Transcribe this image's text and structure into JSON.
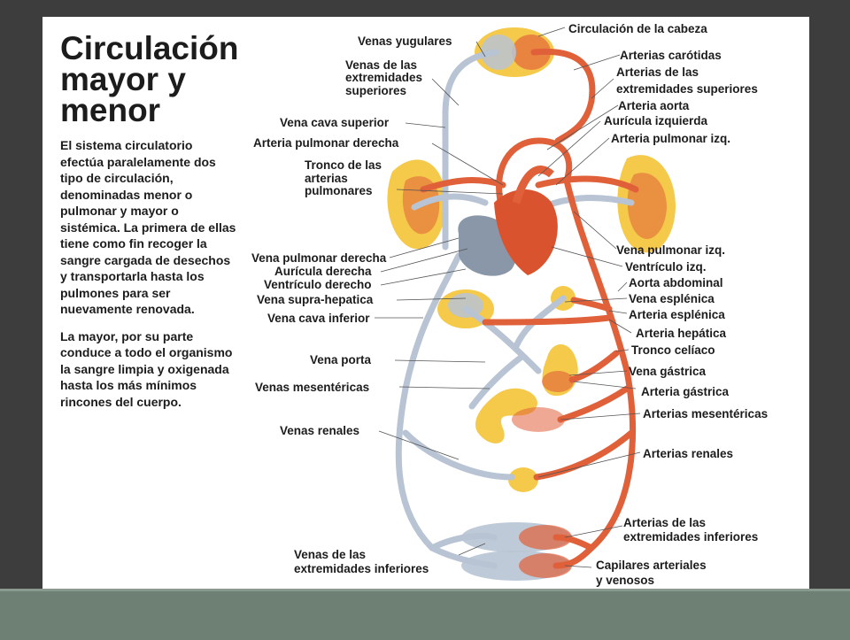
{
  "title": [
    "Circulación",
    "mayor y",
    "menor"
  ],
  "paragraphs": [
    "El sistema circulatorio efectúa paralelamente dos tipo de circulación, denominadas menor o pulmonar y mayor o sistémica. La primera de ellas tiene como fin recoger la sangre cargada de desechos y transportarla hasta los pulmones para ser nuevamente renovada.",
    "La mayor, por su parte conduce a todo el organismo la sangre limpia y oxigenada hasta los más mínimos rincones del cuerpo."
  ],
  "colors": {
    "artery": "#e0603a",
    "vein": "#b8c4d4",
    "organ": "#f5c94a",
    "heart": "#d9542e",
    "heart_vein": "#8a97a8"
  },
  "labels_right": [
    "Circulación de la cabeza",
    "Arterias carótidas",
    "Arterias de las",
    "extremidades superiores",
    "Arteria aorta",
    "Aurícula izquierda",
    "Arteria pulmonar izq.",
    "Vena pulmonar izq.",
    "Ventrículo izq.",
    "Aorta abdominal",
    "Vena esplénica",
    "Arteria esplénica",
    "Arteria hepática",
    "Tronco celíaco",
    "Vena gástrica",
    "Arteria gástrica",
    "Arterias mesentéricas",
    "Arterias renales",
    "Arterias de las",
    "extremidades inferiores",
    "Capilares arteriales",
    "y venosos"
  ],
  "labels_left": [
    "Venas yugulares",
    "Venas de las",
    "extremidades",
    "superiores",
    "Vena cava superior",
    "Arteria pulmonar derecha",
    "Tronco de las",
    "arterias",
    "pulmonares",
    "Vena pulmonar derecha",
    "Aurícula derecha",
    "Ventrículo derecho",
    "Vena supra-hepatica",
    "Vena cava inferior",
    "Vena porta",
    "Venas mesentéricas",
    "Venas renales",
    "Venas de las",
    "extremidades inferiores"
  ]
}
